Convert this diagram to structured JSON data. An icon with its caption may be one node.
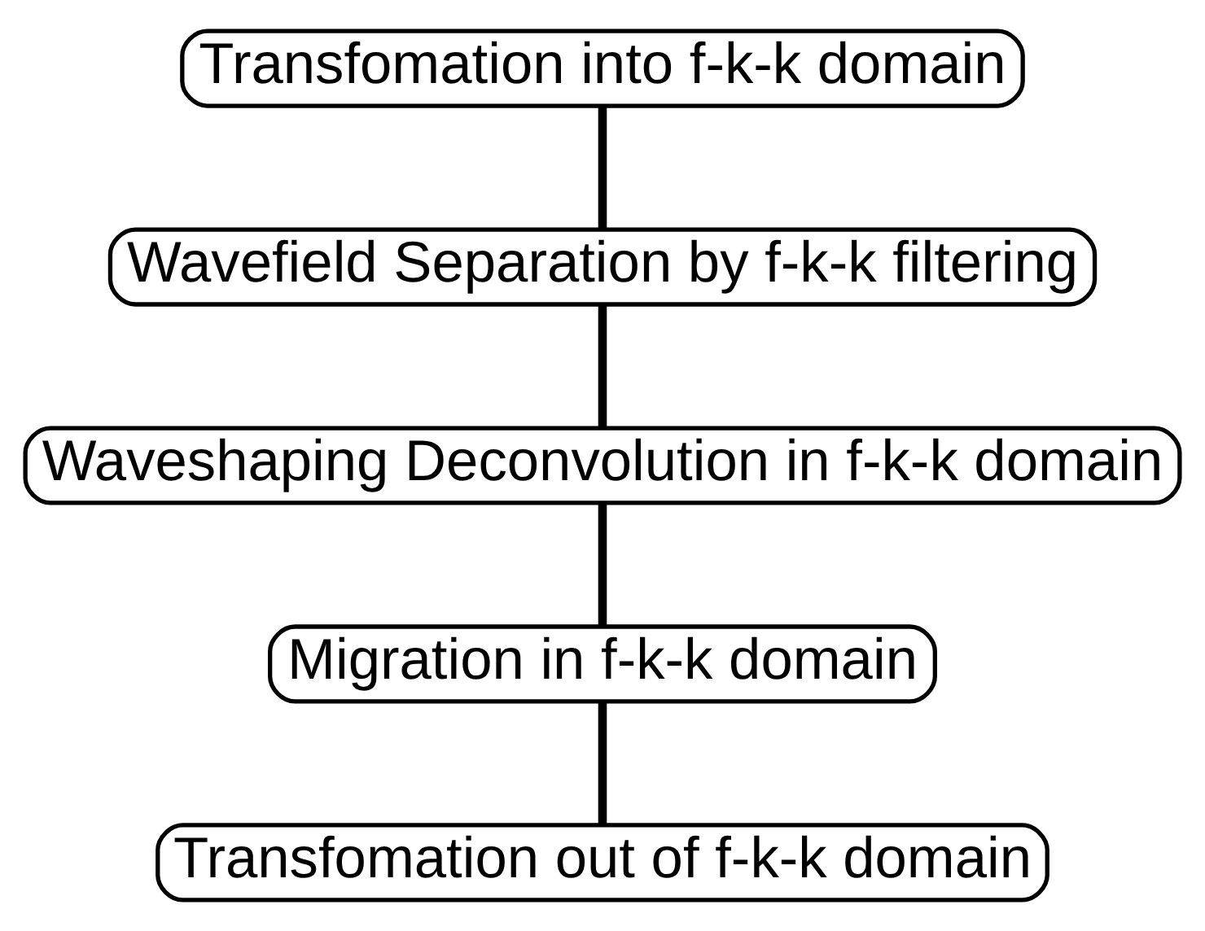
{
  "diagram": {
    "nodes": [
      {
        "text": [
          "Transfomation into f-k-k domain"
        ]
      },
      {
        "text": [
          "Wavefield Separation by f-k-k filtering"
        ]
      },
      {
        "text": [
          "Waveshaping Deconvolution in f-k-k domain"
        ]
      },
      {
        "text": [
          "Migration in f-k-k domain"
        ]
      },
      {
        "text": [
          "Transfomation out of f-k-k domain"
        ]
      }
    ],
    "edges": [
      {
        "from": 0,
        "to": 1,
        "arrow": "none"
      },
      {
        "from": 1,
        "to": 2,
        "arrow": "none"
      },
      {
        "from": 2,
        "to": 3,
        "arrow": "none"
      },
      {
        "from": 3,
        "to": 4,
        "arrow": "none"
      }
    ]
  }
}
